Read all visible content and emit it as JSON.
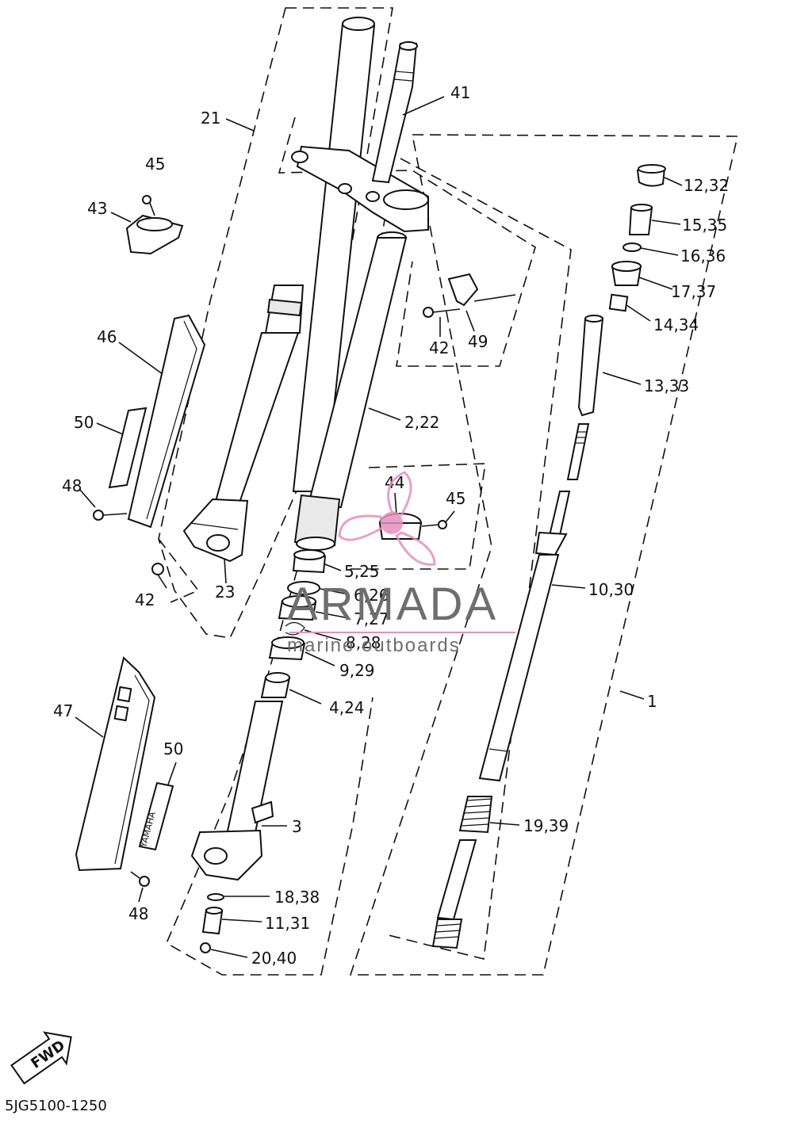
{
  "diagram": {
    "drawing_code": "5JG5100-1250",
    "fwd_label": "FWD",
    "brand_decal_text": "YAMAHA",
    "callouts": [
      {
        "id": "c21",
        "text": "21"
      },
      {
        "id": "c41",
        "text": "41"
      },
      {
        "id": "c45a",
        "text": "45"
      },
      {
        "id": "c43",
        "text": "43"
      },
      {
        "id": "c46",
        "text": "46"
      },
      {
        "id": "c50a",
        "text": "50"
      },
      {
        "id": "c48a",
        "text": "48"
      },
      {
        "id": "c42a",
        "text": "42"
      },
      {
        "id": "c23",
        "text": "23"
      },
      {
        "id": "c42b",
        "text": "42"
      },
      {
        "id": "c49",
        "text": "49"
      },
      {
        "id": "c2_22",
        "text": "2,22"
      },
      {
        "id": "c44",
        "text": "44"
      },
      {
        "id": "c45b",
        "text": "45"
      },
      {
        "id": "c5_25",
        "text": "5,25"
      },
      {
        "id": "c6_26",
        "text": "6,26"
      },
      {
        "id": "c7_27",
        "text": "7,27"
      },
      {
        "id": "c8_28",
        "text": "8,28"
      },
      {
        "id": "c9_29",
        "text": "9,29"
      },
      {
        "id": "c4_24",
        "text": "4,24"
      },
      {
        "id": "c47",
        "text": "47"
      },
      {
        "id": "c50b",
        "text": "50"
      },
      {
        "id": "c3",
        "text": "3"
      },
      {
        "id": "c48b",
        "text": "48"
      },
      {
        "id": "c18_38",
        "text": "18,38"
      },
      {
        "id": "c11_31",
        "text": "11,31"
      },
      {
        "id": "c20_40",
        "text": "20,40"
      },
      {
        "id": "c12_32",
        "text": "12,32"
      },
      {
        "id": "c15_35",
        "text": "15,35"
      },
      {
        "id": "c16_36",
        "text": "16,36"
      },
      {
        "id": "c17_37",
        "text": "17,37"
      },
      {
        "id": "c14_34",
        "text": "14,34"
      },
      {
        "id": "c13_33",
        "text": "13,33"
      },
      {
        "id": "c10_30",
        "text": "10,30"
      },
      {
        "id": "c1",
        "text": "1"
      },
      {
        "id": "c19_39",
        "text": "19,39"
      }
    ]
  },
  "watermark": {
    "brand": "ARMADA",
    "tagline": "marine outboards",
    "logo_icon": "propeller-logo-icon",
    "accent_color": "#e58fc0"
  }
}
